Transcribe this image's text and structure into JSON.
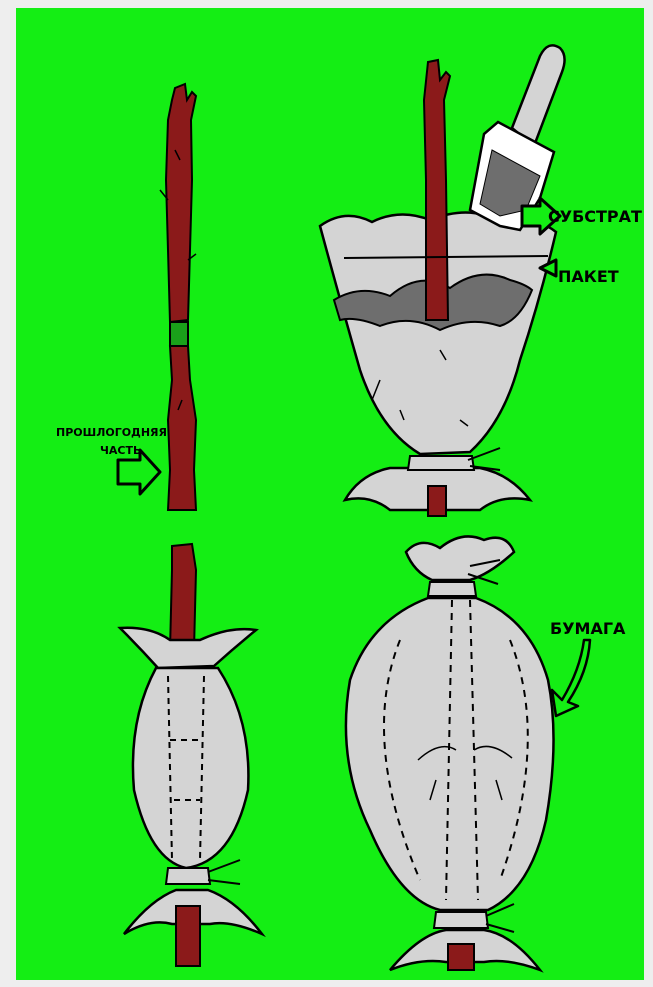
{
  "labels": {
    "last_year_part_line1": "ПРОШЛОГОДНЯЯ",
    "last_year_part_line2": "ЧАСТЬ",
    "substrate": "СУБСТРАТ",
    "bag": "ПАКЕТ",
    "paper": "БУМАГА"
  },
  "colors": {
    "page_background": "#eeeeee",
    "diagram_background": "#14ee14",
    "stem": "#8b1a1a",
    "bag": "#d4d4d4",
    "substrate": "#6e6e6e",
    "graft_band": "#1aa01a",
    "outline": "#000000"
  }
}
